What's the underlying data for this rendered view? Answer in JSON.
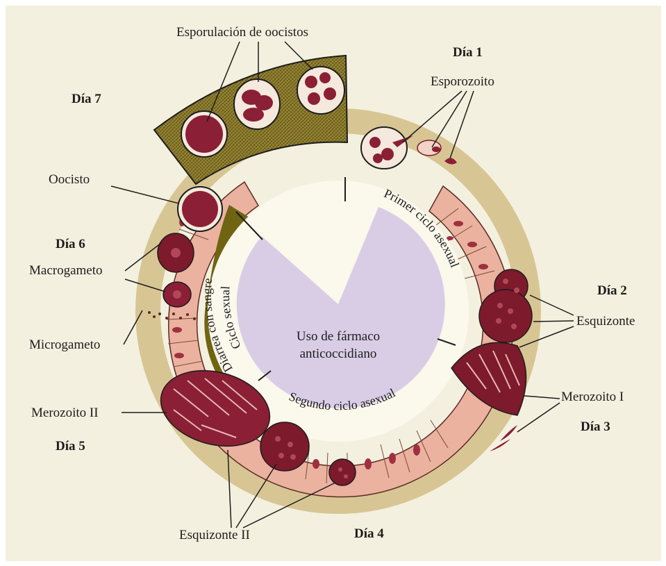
{
  "colors": {
    "background": "#f4f0df",
    "ring_tan": "#d7c694",
    "tissue_pink": "#eab29f",
    "cell_dark": "#7d1a2c",
    "olive": "#6f6412",
    "olive_light": "#8b7b2c",
    "center_lilac": "#d9cde6",
    "line": "#1c1c1c"
  },
  "days": {
    "d1": "Día 1",
    "d2": "Día 2",
    "d3": "Día 3",
    "d4": "Día 4",
    "d5": "Día 5",
    "d6": "Día 6",
    "d7": "Día 7"
  },
  "labels": {
    "esporulacion": "Esporulación de oocistos",
    "esporozoito": "Esporozoito",
    "oocisto": "Oocisto",
    "macrogameto": "Macrogameto",
    "microgameto": "Microgameto",
    "merozoito_ii": "Merozoito II",
    "esquizonte": "Esquizonte",
    "merozoito_i": "Merozoito I",
    "esquizonte_ii": "Esquizonte II"
  },
  "ring_text": {
    "primer_ciclo": "Primer ciclo asexual",
    "segundo_ciclo": "Segundo ciclo asexual",
    "ciclo_sexual": "Ciclo sexual",
    "diarrea": "Diarrea con sangre"
  },
  "center": {
    "line1": "Uso de fármaco",
    "line2": "anticoccidiano"
  }
}
